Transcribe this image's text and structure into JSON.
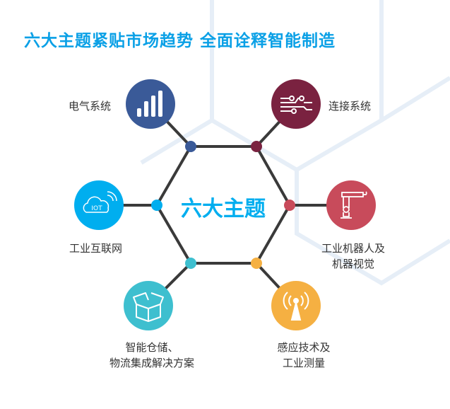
{
  "title": "六大主题紧贴市场趋势 全面诠释智能制造",
  "center_label": "六大主题",
  "topics": [
    {
      "label": "电气系统",
      "color": "#3a5a98",
      "icon": "signal-bars-icon"
    },
    {
      "label": "连接系统",
      "color": "#7a2240",
      "icon": "circuit-icon"
    },
    {
      "label": "工业互联网",
      "color": "#00aeef",
      "icon": "iot-cloud-icon"
    },
    {
      "label_line1": "工业机器人及",
      "label_line2": "机器视觉",
      "color": "#c84b5b",
      "icon": "robot-arm-icon"
    },
    {
      "label_line1": "智能仓储、",
      "label_line2": "物流集成解决方案",
      "color": "#3ebfcf",
      "icon": "open-box-icon"
    },
    {
      "label_line1": "感应技术及",
      "label_line2": "工业测量",
      "color": "#f5b042",
      "icon": "antenna-icon"
    }
  ]
}
